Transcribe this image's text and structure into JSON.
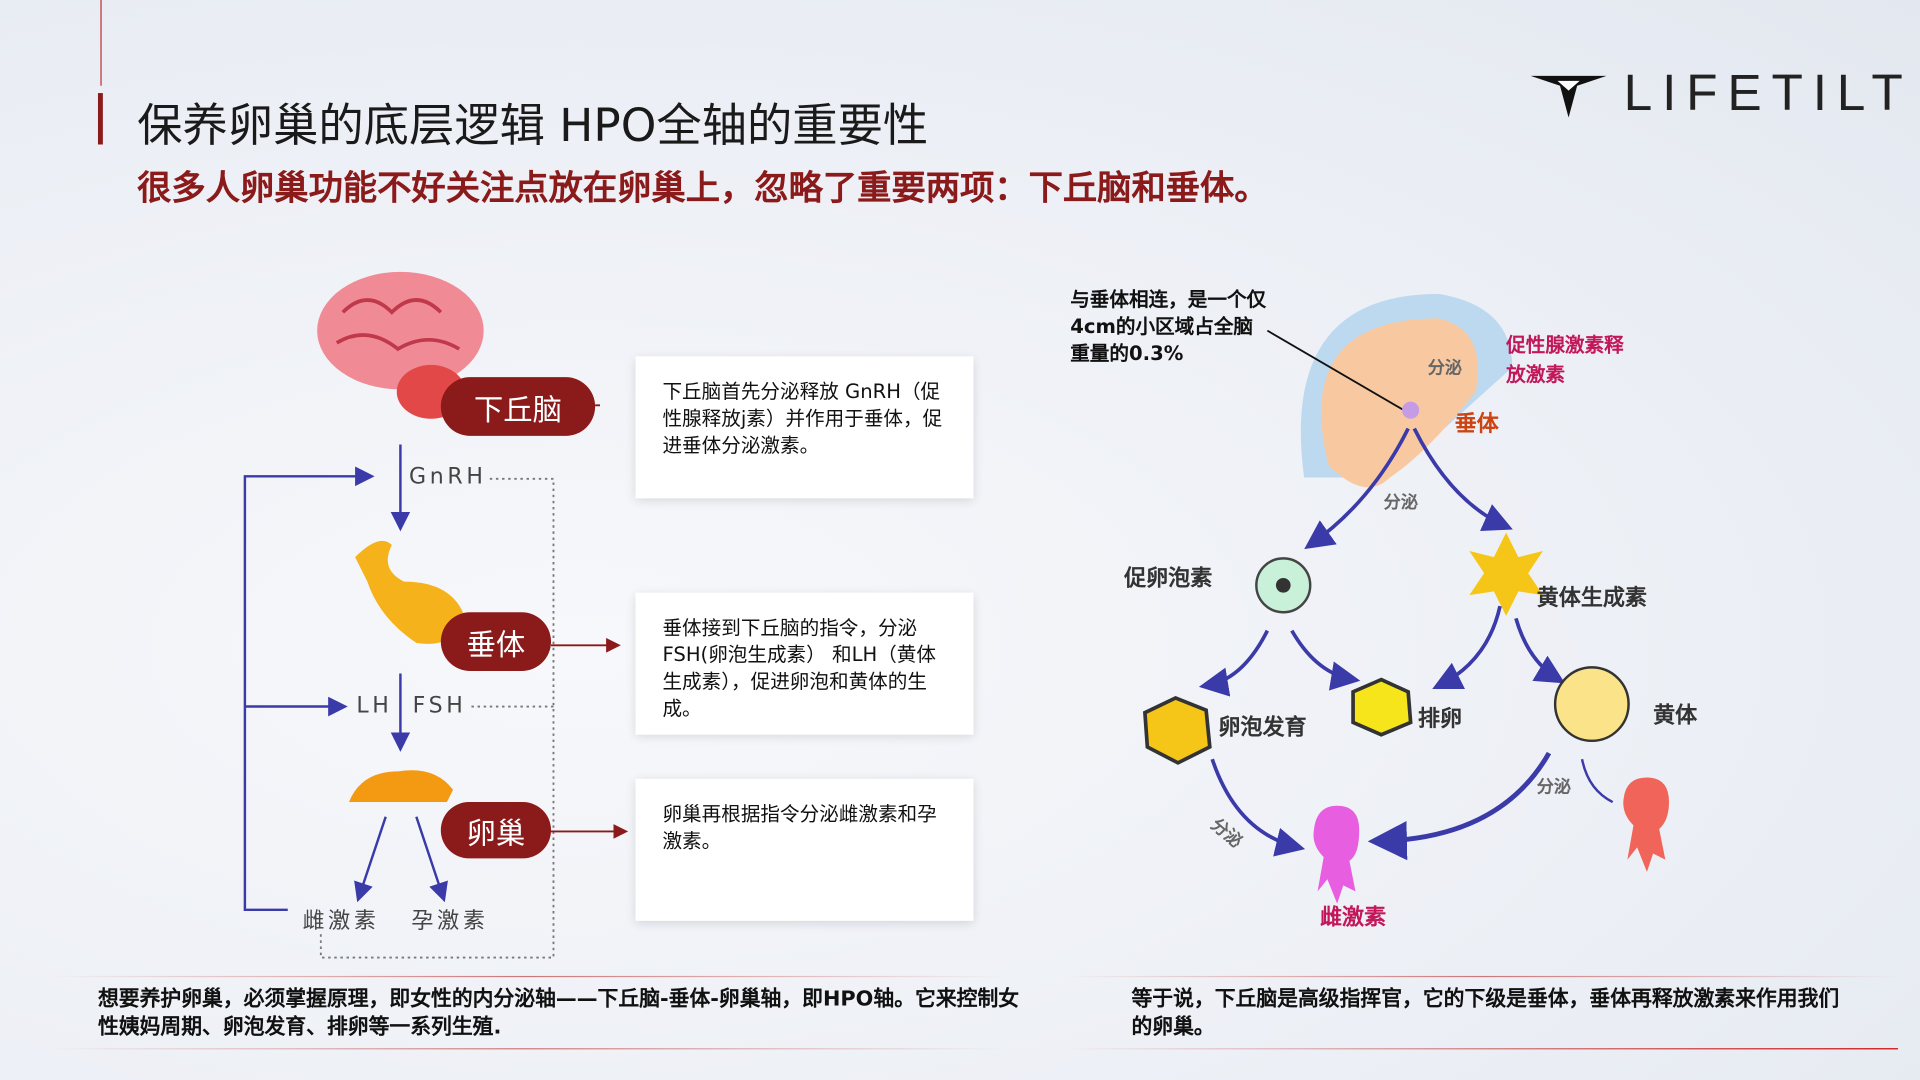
{
  "header": {
    "title": "保养卵巢的底层逻辑 HPO全轴的重要性",
    "subtitle": "很多人卵巢功能不好关注点放在卵巢上，忽略了重要两项：下丘脑和垂体。",
    "logo": "LIFETILT"
  },
  "left": {
    "nodes": [
      "下丘脑",
      "垂体",
      "卵巢"
    ],
    "labels": {
      "gnrh": "GnRH",
      "lh": "LH",
      "fsh": "FSH",
      "estrogen": "雌激素",
      "progesterone": "孕激素"
    },
    "cards": [
      "下丘脑首先分泌释放 GnRH（促性腺释放j素）并作用于垂体，促进垂体分泌激素。",
      "垂体接到下丘脑的指令，分泌FSH(卵泡生成素） 和LH（黄体生成素），促进卵泡和黄体的生成。",
      "卵巢再根据指令分泌雌激素和孕激素。"
    ]
  },
  "right": {
    "note": "与垂体相连，是一个仅4cm的小区域占全脑重量的0.3%",
    "labels": {
      "gnrh": "促性腺激素释放激素",
      "secrete": "分泌",
      "pituitary": "垂体",
      "fsh": "促卵泡素",
      "lh": "黄体生成素",
      "follicle": "卵泡发育",
      "ovulation": "排卵",
      "corpus": "黄体",
      "estrogen": "雌激素"
    }
  },
  "footer": {
    "left": "想要养护卵巢，必须掌握原理，即女性的内分泌轴——下丘脑-垂体-卵巢轴，即HPO轴。它来控制女性姨妈周期、卵泡发育、排卵等一系列生殖.",
    "right": "等于说，下丘脑是高级指挥官，它的下级是垂体，垂体再释放激素来作用我们的卵巢。"
  },
  "colors": {
    "accent": "#8b1a1a",
    "arrow": "#3a3aa8"
  }
}
